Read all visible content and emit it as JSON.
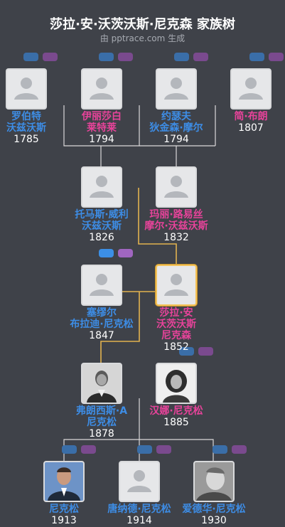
{
  "title": "莎拉·安·沃茨沃斯·尼克森 家族树",
  "subtitle": "由 pptrace.com 生成",
  "colors": {
    "background": "#3f4249",
    "male": "#3d8de6",
    "female": "#e7439a",
    "line": "#d9d9d9",
    "highlight": "#f3c25a"
  },
  "persons": [
    {
      "id": "p1",
      "name_lines": [
        "罗伯特",
        "沃兹沃斯"
      ],
      "year": "1785",
      "gender": "male",
      "icon": "default-avatar-icon"
    },
    {
      "id": "p2",
      "name_lines": [
        "伊丽莎白",
        "莱特莱"
      ],
      "year": "1794",
      "gender": "female",
      "icon": "default-avatar-icon"
    },
    {
      "id": "p3",
      "name_lines": [
        "约瑟夫",
        "狄金森·摩尔"
      ],
      "year": "1794",
      "gender": "male",
      "icon": "default-avatar-icon"
    },
    {
      "id": "p4",
      "name_lines": [
        "简·布朗"
      ],
      "year": "1807",
      "gender": "female",
      "icon": "default-avatar-icon"
    },
    {
      "id": "p5",
      "name_lines": [
        "托马斯·威利",
        "沃兹沃斯"
      ],
      "year": "1826",
      "gender": "male",
      "icon": "default-avatar-icon"
    },
    {
      "id": "p6",
      "name_lines": [
        "玛丽·路易丝",
        "摩尔·沃兹沃斯"
      ],
      "year": "1832",
      "gender": "female",
      "icon": "default-avatar-icon"
    },
    {
      "id": "p7",
      "name_lines": [
        "塞缪尔",
        "布拉迪·尼克松"
      ],
      "year": "1847",
      "gender": "male",
      "icon": "default-avatar-icon"
    },
    {
      "id": "p8",
      "name_lines": [
        "莎拉·安",
        "沃茨沃斯",
        "尼克森"
      ],
      "year": "1852",
      "gender": "female",
      "icon": "default-avatar-icon",
      "selected": true
    },
    {
      "id": "p9",
      "name_lines": [
        "弗朗西斯·A",
        "尼克松"
      ],
      "year": "1878",
      "gender": "male",
      "icon": "portrait-photo-icon"
    },
    {
      "id": "p10",
      "name_lines": [
        "汉娜·尼克松"
      ],
      "year": "1885",
      "gender": "female",
      "icon": "portrait-photo-icon"
    },
    {
      "id": "p11",
      "name_lines": [
        "尼克松"
      ],
      "year": "1913",
      "gender": "male",
      "icon": "portrait-photo-icon"
    },
    {
      "id": "p12",
      "name_lines": [
        "唐纳德·尼克松"
      ],
      "year": "1914",
      "gender": "male",
      "icon": "default-avatar-icon"
    },
    {
      "id": "p13",
      "name_lines": [
        "爱德华·尼克松"
      ],
      "year": "1930",
      "gender": "male",
      "icon": "portrait-photo-icon"
    }
  ]
}
